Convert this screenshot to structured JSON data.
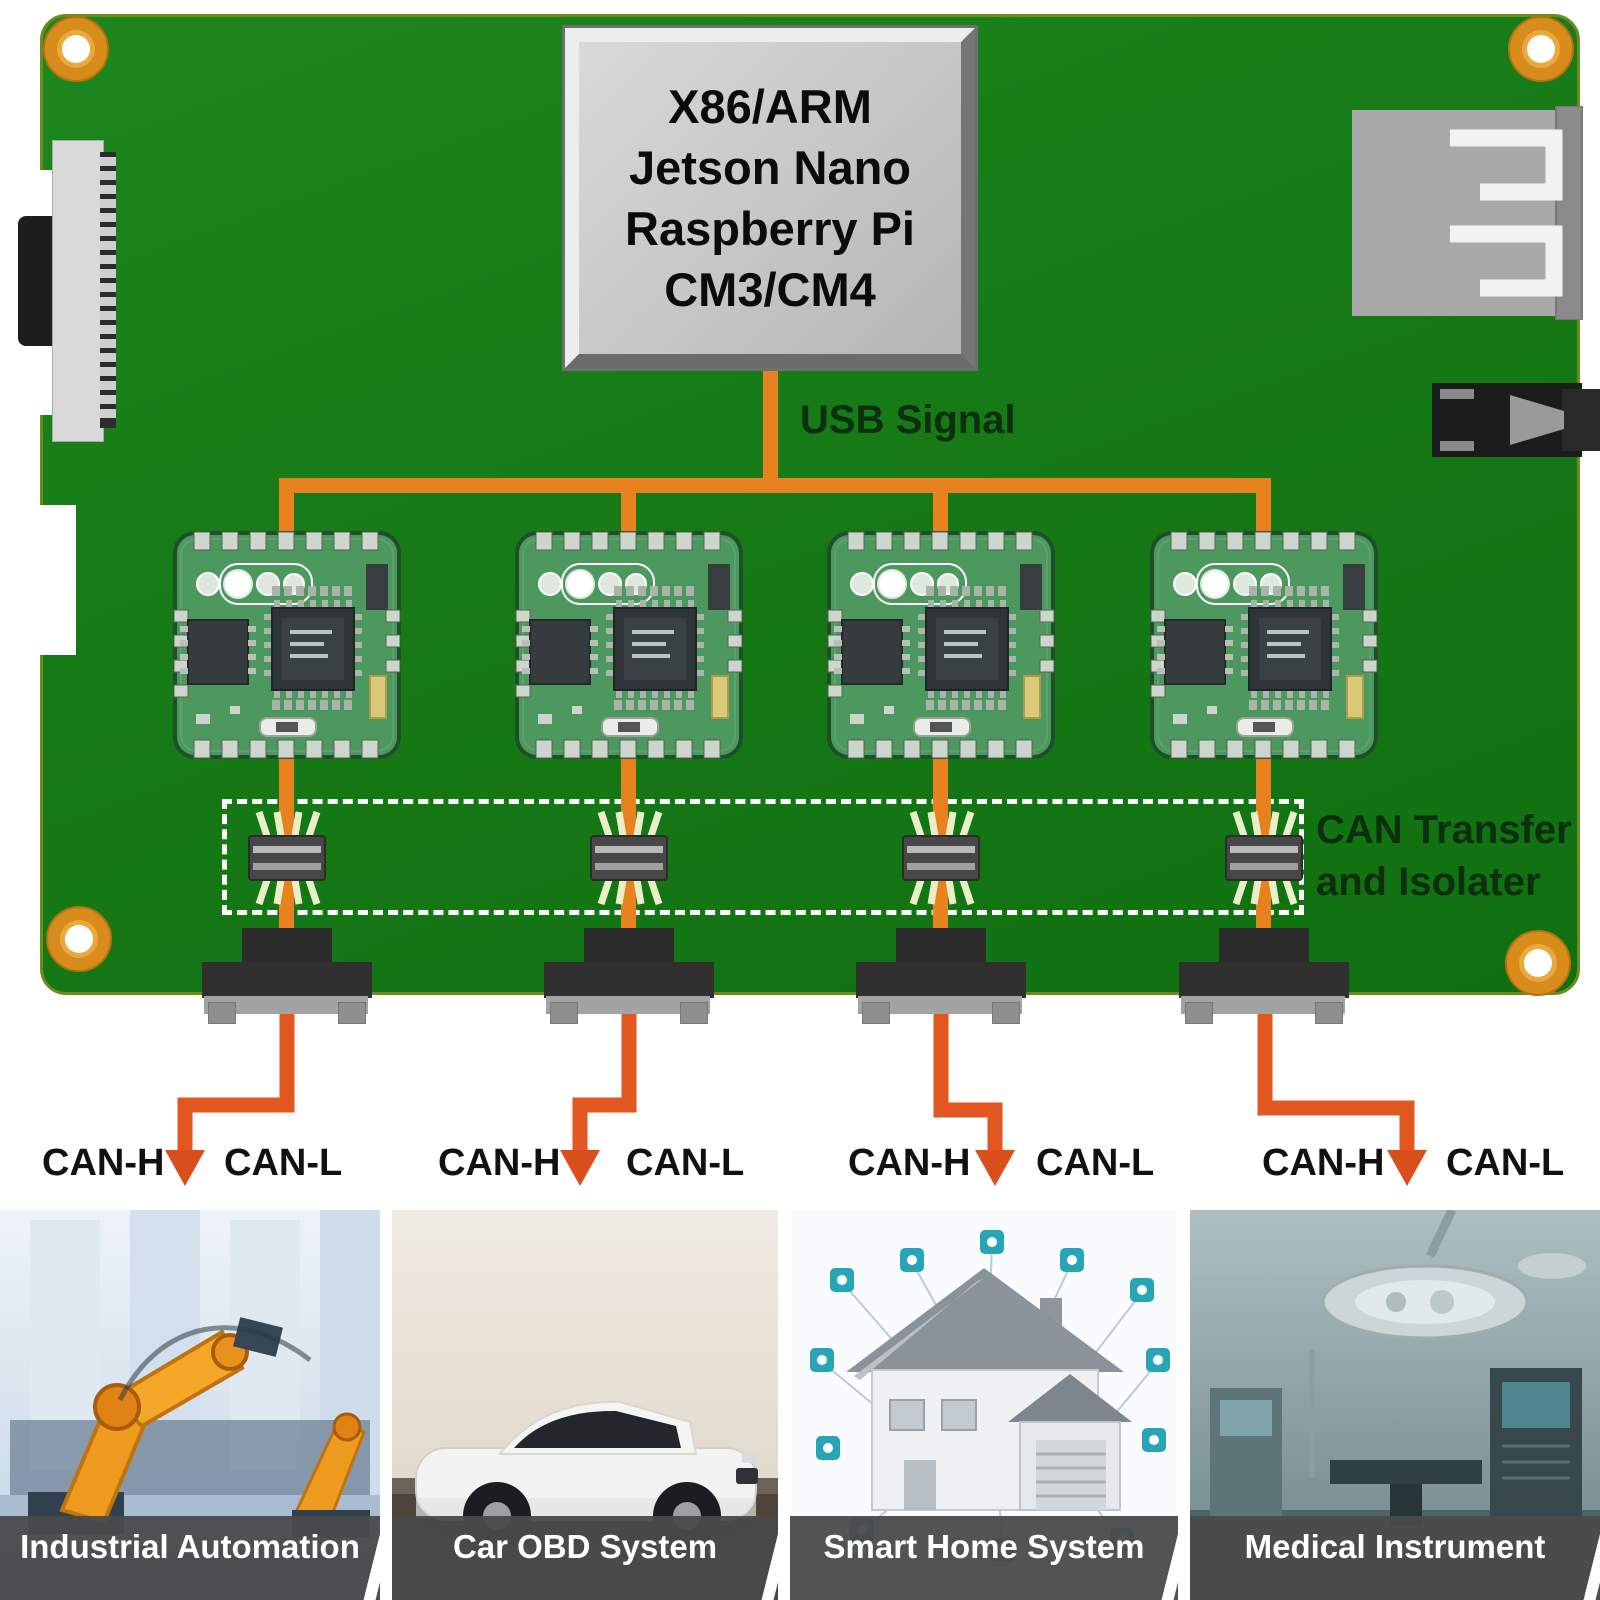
{
  "board": {
    "cpu_box": {
      "lines": [
        "X86/ARM",
        "Jetson Nano",
        "Raspberry Pi",
        "CM3/CM4"
      ]
    },
    "usb_signal_label": "USB Signal",
    "can_transfer_label_line1": "CAN Transfer",
    "can_transfer_label_line2": "and Isolater"
  },
  "channels": [
    {
      "can_h": "CAN-H",
      "can_l": "CAN-L"
    },
    {
      "can_h": "CAN-H",
      "can_l": "CAN-L"
    },
    {
      "can_h": "CAN-H",
      "can_l": "CAN-L"
    },
    {
      "can_h": "CAN-H",
      "can_l": "CAN-L"
    }
  ],
  "applications": [
    {
      "caption": "Industrial Automation"
    },
    {
      "caption": "Car OBD System"
    },
    {
      "caption": "Smart Home System"
    },
    {
      "caption": "Medical Instrument"
    }
  ],
  "icons": {
    "can-module-icon": "green CAN controller mini PCB",
    "isolator-chip-icon": "SOIC isolator chip",
    "db9-connector-icon": "DB9 serial connector",
    "ffc-connector-icon": "flat flex cable connector",
    "usb-dual-port-icon": "stacked dual USB-A port",
    "audio-jack-icon": "audio jack connector",
    "mounting-hole-icon": "gold PCB mounting hole",
    "arrow-down-icon": "orange down arrow"
  },
  "colors": {
    "board_green": "#167a16",
    "module_green": "#4c985e",
    "wire_orange": "#e8821e",
    "wire_orange_deep": "#e2571f",
    "cpu_box_silver": "#c6c6c6",
    "label_dark": "#0c2f0f",
    "dashed_box": "#ffffff",
    "caption_bar": "#4a4a4a",
    "caption_text": "#ffffff",
    "mounting_hole_gold": "#d88c1c"
  }
}
